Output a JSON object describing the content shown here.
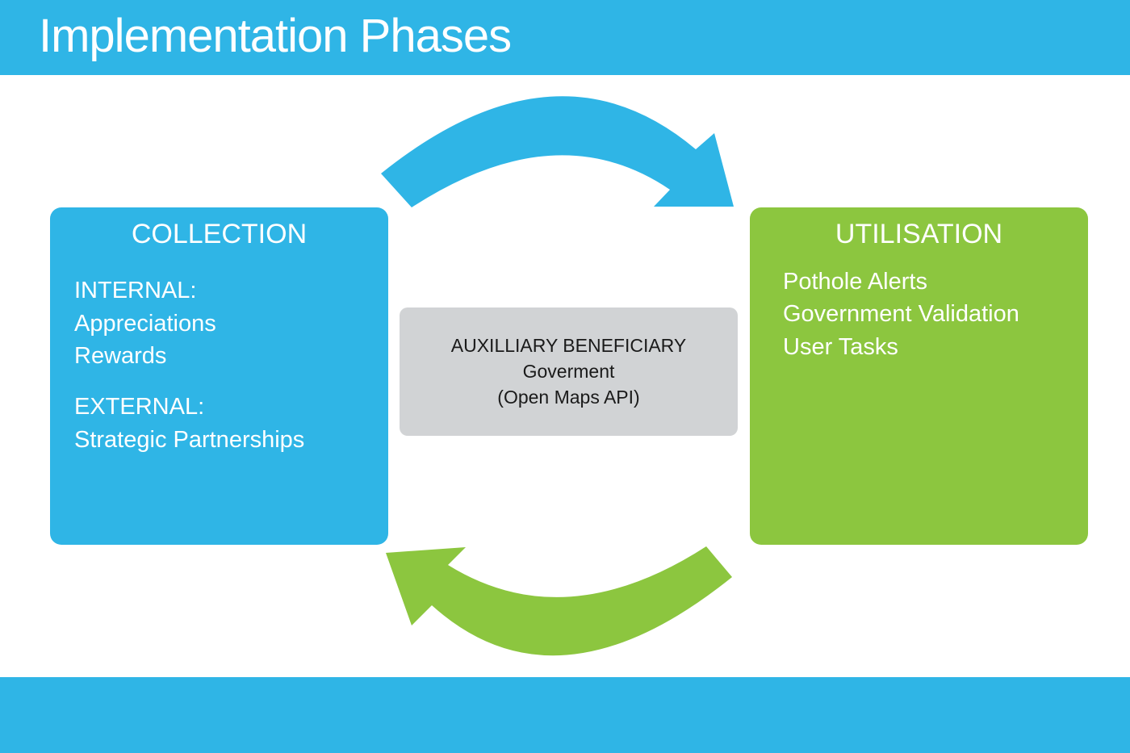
{
  "header": {
    "title": "Implementation Phases"
  },
  "collection": {
    "title": "COLLECTION",
    "lines": [
      "INTERNAL:",
      "Appreciations",
      "Rewards",
      "EXTERNAL:",
      "Strategic Partnerships"
    ]
  },
  "utilisation": {
    "title": "UTILISATION",
    "lines": [
      "Pothole Alerts",
      "Government Validation",
      "User Tasks"
    ]
  },
  "auxiliary": {
    "lines": [
      "AUXILLIARY BENEFICIARY",
      "Goverment",
      "(Open Maps API)"
    ]
  },
  "colors": {
    "blue": "#2fb5e6",
    "green": "#8cc63f",
    "gray": "#d1d3d5",
    "white": "#ffffff"
  },
  "icons": {
    "top_arrow": "curved-arrow-right-icon",
    "bottom_arrow": "curved-arrow-left-icon"
  }
}
